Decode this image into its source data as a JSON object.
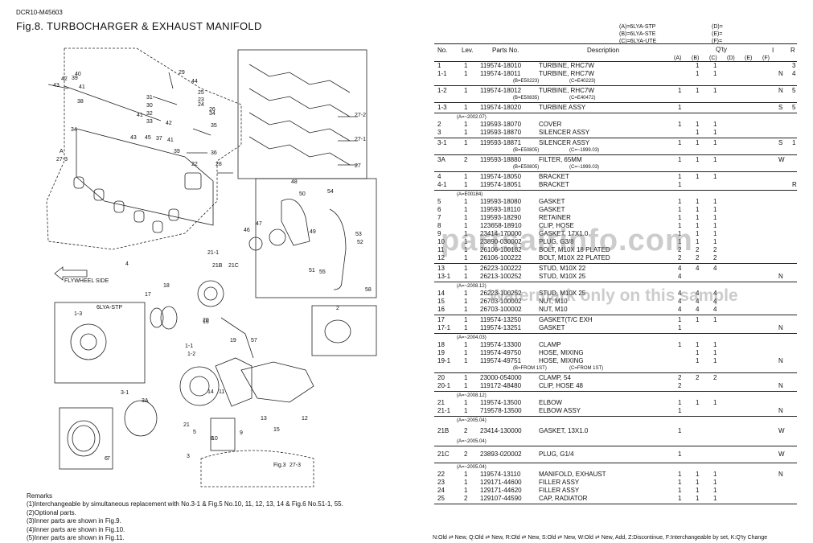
{
  "doc_id": "DCR10-M45603",
  "fig_title": "Fig.8.  TURBOCHARGER & EXHAUST MANIFOLD",
  "diagram_labels": [
    "43",
    "42",
    "39",
    "40",
    "41",
    "38",
    "29",
    "44",
    "25",
    "23",
    "24",
    "26",
    "34",
    "35",
    "31",
    "30",
    "32",
    "33",
    "41",
    "42",
    "43",
    "45",
    "37",
    "41",
    "39",
    "36",
    "A",
    "27-3",
    "34",
    "22",
    "28",
    "27-2",
    "27-1",
    "27",
    "48",
    "50",
    "54",
    "47",
    "46",
    "49",
    "53",
    "52",
    "51",
    "55",
    "58",
    "FLYWHEEL SIDE",
    "21-1",
    "21B",
    "21C",
    "18",
    "17",
    "16",
    "20",
    "19",
    "57",
    "6LYA-STP",
    "1-3",
    "1-1",
    "1-2",
    "3-1",
    "3A",
    "11",
    "14",
    "13",
    "12",
    "9",
    "15",
    "8",
    "2",
    "21",
    "5",
    "10",
    "6",
    "7",
    "3",
    "4",
    "Fig.3",
    "27-3"
  ],
  "header": {
    "models": [
      {
        "code": "(A)=6LYA-STP",
        "alt": "(D)="
      },
      {
        "code": "(B)=6LYA-STE",
        "alt": "(E)="
      },
      {
        "code": "(C)=6LYA-UTE",
        "alt": "(F)="
      }
    ],
    "qty_label": "Q'ty",
    "col_no": "No.",
    "col_lev": "Lev.",
    "col_parts": "Parts No.",
    "col_desc": "Description",
    "col_i": "I",
    "col_r": "R",
    "sub_cols": [
      "(A)",
      "(B)",
      "(C)",
      "(D)",
      "(E)",
      "(F)"
    ]
  },
  "groups": [
    {
      "rows": [
        {
          "no": "1",
          "lev": "1",
          "part": "119574-18010",
          "desc": "TURBINE, RHC7W",
          "a": "",
          "b": "1",
          "c": "1",
          "i": "",
          "r": "3"
        },
        {
          "no": "1-1",
          "lev": "1",
          "part": "119574-18011",
          "desc": "TURBINE, RHC7W",
          "a": "",
          "b": "1",
          "c": "1",
          "i": "N",
          "r": "4"
        }
      ],
      "note": [
        "(B=E50223)",
        "(C=E40223)"
      ]
    },
    {
      "rows": [
        {
          "no": "1-2",
          "lev": "1",
          "part": "119574-18012",
          "desc": "TURBINE, RHC7W",
          "a": "1",
          "b": "1",
          "c": "1",
          "i": "N",
          "r": "5"
        }
      ],
      "note": [
        "(B=E50835)",
        "(C=E40472)"
      ]
    },
    {
      "rows": [
        {
          "no": "1-3",
          "lev": "1",
          "part": "119574-18020",
          "desc": "TURBINE ASSY",
          "a": "1",
          "b": "",
          "c": "",
          "i": "S",
          "r": "5"
        }
      ]
    },
    {
      "pre": "(A=~2002.07)",
      "rows": [
        {
          "no": "2",
          "lev": "1",
          "part": "119593-18070",
          "desc": "COVER",
          "a": "1",
          "b": "1",
          "c": "1",
          "i": "",
          "r": ""
        },
        {
          "no": "3",
          "lev": "1",
          "part": "119593-18870",
          "desc": "SILENCER ASSY",
          "a": "",
          "b": "1",
          "c": "1",
          "i": "",
          "r": ""
        }
      ]
    },
    {
      "rows": [
        {
          "no": "3-1",
          "lev": "1",
          "part": "119593-18871",
          "desc": "SILENCER ASSY",
          "a": "1",
          "b": "1",
          "c": "1",
          "i": "S",
          "r": "1"
        }
      ],
      "note": [
        "(B=E50805)",
        "(C=~1999.03)"
      ]
    },
    {
      "rows": [
        {
          "no": "3A",
          "lev": "2",
          "part": "119593-18880",
          "desc": "FILTER, 65MM",
          "a": "1",
          "b": "1",
          "c": "1",
          "i": "W",
          "r": ""
        }
      ],
      "note": [
        "(B=E50805)",
        "(C=~1999.03)"
      ]
    },
    {
      "rows": [
        {
          "no": "4",
          "lev": "1",
          "part": "119574-18050",
          "desc": "BRACKET",
          "a": "1",
          "b": "1",
          "c": "1",
          "i": "",
          "r": ""
        },
        {
          "no": "4-1",
          "lev": "1",
          "part": "119574-18051",
          "desc": "BRACKET",
          "a": "1",
          "b": "",
          "c": "",
          "i": "",
          "r": "R"
        }
      ]
    },
    {
      "pre": "(A=E00184)",
      "rows": [
        {
          "no": "5",
          "lev": "1",
          "part": "119593-18080",
          "desc": "GASKET",
          "a": "1",
          "b": "1",
          "c": "1",
          "i": "",
          "r": ""
        },
        {
          "no": "6",
          "lev": "1",
          "part": "119593-18110",
          "desc": "GASKET",
          "a": "1",
          "b": "1",
          "c": "1",
          "i": "",
          "r": ""
        },
        {
          "no": "7",
          "lev": "1",
          "part": "119593-18290",
          "desc": "RETAINER",
          "a": "1",
          "b": "1",
          "c": "1",
          "i": "",
          "r": ""
        },
        {
          "no": "8",
          "lev": "1",
          "part": "123658-18910",
          "desc": "CLIP, HOSE",
          "a": "1",
          "b": "1",
          "c": "1",
          "i": "",
          "r": ""
        },
        {
          "no": "9",
          "lev": "1",
          "part": "23414-170000",
          "desc": "GASKET, 17X1.0",
          "a": "1",
          "b": "1",
          "c": "1",
          "i": "",
          "r": ""
        },
        {
          "no": "10",
          "lev": "1",
          "part": "23890-030002",
          "desc": "PLUG, G3/8",
          "a": "1",
          "b": "1",
          "c": "1",
          "i": "",
          "r": ""
        },
        {
          "no": "11",
          "lev": "1",
          "part": "26106-100182",
          "desc": "BOLT, M10X 18 PLATED",
          "a": "2",
          "b": "2",
          "c": "2",
          "i": "",
          "r": ""
        },
        {
          "no": "12",
          "lev": "1",
          "part": "26106-100222",
          "desc": "BOLT, M10X 22 PLATED",
          "a": "2",
          "b": "2",
          "c": "2",
          "i": "",
          "r": ""
        }
      ]
    },
    {
      "rows": [
        {
          "no": "13",
          "lev": "1",
          "part": "26223-100222",
          "desc": "STUD, M10X 22",
          "a": "4",
          "b": "4",
          "c": "4",
          "i": "",
          "r": ""
        },
        {
          "no": "13-1",
          "lev": "1",
          "part": "26213-100252",
          "desc": "STUD, M10X 25",
          "a": "4",
          "b": "",
          "c": "",
          "i": "N",
          "r": ""
        }
      ]
    },
    {
      "pre": "(A=~2008.12)",
      "rows": [
        {
          "no": "14",
          "lev": "1",
          "part": "26223-100252",
          "desc": "STUD, M10X 25",
          "a": "4",
          "b": "4",
          "c": "4",
          "i": "",
          "r": ""
        },
        {
          "no": "15",
          "lev": "1",
          "part": "26703-100002",
          "desc": "NUT, M10",
          "a": "4",
          "b": "4",
          "c": "4",
          "i": "",
          "r": ""
        },
        {
          "no": "16",
          "lev": "1",
          "part": "26703-100002",
          "desc": "NUT, M10",
          "a": "4",
          "b": "4",
          "c": "4",
          "i": "",
          "r": ""
        }
      ]
    },
    {
      "rows": [
        {
          "no": "17",
          "lev": "1",
          "part": "119574-13250",
          "desc": "GASKET(T/C EXH",
          "a": "1",
          "b": "1",
          "c": "1",
          "i": "",
          "r": ""
        },
        {
          "no": "17-1",
          "lev": "1",
          "part": "119574-13251",
          "desc": "GASKET",
          "a": "1",
          "b": "",
          "c": "",
          "i": "N",
          "r": ""
        }
      ]
    },
    {
      "pre": "(A=~2004.03)",
      "rows": [
        {
          "no": "18",
          "lev": "1",
          "part": "119574-13300",
          "desc": "CLAMP",
          "a": "1",
          "b": "1",
          "c": "1",
          "i": "",
          "r": ""
        },
        {
          "no": "19",
          "lev": "1",
          "part": "119574-49750",
          "desc": "HOSE, MIXING",
          "a": "",
          "b": "1",
          "c": "1",
          "i": "",
          "r": ""
        },
        {
          "no": "19-1",
          "lev": "1",
          "part": "119574-49751",
          "desc": "HOSE, MIXING",
          "a": "",
          "b": "1",
          "c": "1",
          "i": "N",
          "r": ""
        }
      ],
      "note": [
        "(B=FROM 1ST)",
        "(C=FROM 1ST)"
      ]
    },
    {
      "rows": [
        {
          "no": "20",
          "lev": "1",
          "part": "23000-054000",
          "desc": "CLAMP,  54",
          "a": "2",
          "b": "2",
          "c": "2",
          "i": "",
          "r": ""
        },
        {
          "no": "20-1",
          "lev": "1",
          "part": "119172-48480",
          "desc": "CLIP, HOSE 48",
          "a": "2",
          "b": "",
          "c": "",
          "i": "N",
          "r": ""
        }
      ]
    },
    {
      "pre": "(A=~2008.12)",
      "rows": [
        {
          "no": "21",
          "lev": "1",
          "part": "119574-13500",
          "desc": "ELBOW",
          "a": "1",
          "b": "1",
          "c": "1",
          "i": "",
          "r": ""
        },
        {
          "no": "21-1",
          "lev": "1",
          "part": "719578-13500",
          "desc": "ELBOW ASSY",
          "a": "1",
          "b": "",
          "c": "",
          "i": "N",
          "r": ""
        }
      ]
    },
    {
      "pre": "(A=~2005.04)",
      "rows": [
        {
          "no": "21B",
          "lev": "2",
          "part": "23414-130000",
          "desc": "GASKET, 13X1.0",
          "a": "1",
          "b": "",
          "c": "",
          "i": "W",
          "r": ""
        }
      ],
      "pre2": "(A=~2005.04)",
      "tall": true
    },
    {
      "rows": [
        {
          "no": "21C",
          "lev": "2",
          "part": "23893-020002",
          "desc": "PLUG, G1/4",
          "a": "1",
          "b": "",
          "c": "",
          "i": "W",
          "r": ""
        }
      ],
      "tall": true
    },
    {
      "pre": "(A=~2005.04)",
      "rows": [
        {
          "no": "22",
          "lev": "1",
          "part": "119574-13110",
          "desc": "MANIFOLD, EXHAUST",
          "a": "1",
          "b": "1",
          "c": "1",
          "i": "N",
          "r": ""
        },
        {
          "no": "23",
          "lev": "1",
          "part": "129171-44600",
          "desc": "FILLER ASSY",
          "a": "1",
          "b": "1",
          "c": "1",
          "i": "",
          "r": ""
        },
        {
          "no": "24",
          "lev": "1",
          "part": "129171-44620",
          "desc": "FILLER ASSY",
          "a": "1",
          "b": "1",
          "c": "1",
          "i": "",
          "r": ""
        },
        {
          "no": "25",
          "lev": "2",
          "part": "129107-44590",
          "desc": "CAP, RADIATOR",
          "a": "1",
          "b": "1",
          "c": "1",
          "i": "",
          "r": ""
        }
      ]
    }
  ],
  "legend": "N:Old ⇄ New, Q:Old ⇄ New, R:Old ⇄ New, S:Old ⇄ New, W:Old ⇄ New, Add, Z:Discontinue, F:Interchangeable by set, K:Q'ty Change",
  "watermark": "partsairinfo.com",
  "watermark2": "Watermark only on this sample",
  "remarks_title": "Remarks",
  "remarks": [
    "(1)Interchangeable by simultaneous replacement with No.3-1 & Fig.5 No.10, 11, 12, 13, 14 & Fig.6 No.51-1, 55.",
    "(2)Optional parts.",
    "(3)Inner parts are shown in Fig.9.",
    "(4)Inner parts are shown in Fig.10.",
    "(5)Inner parts are shown in Fig.11."
  ]
}
